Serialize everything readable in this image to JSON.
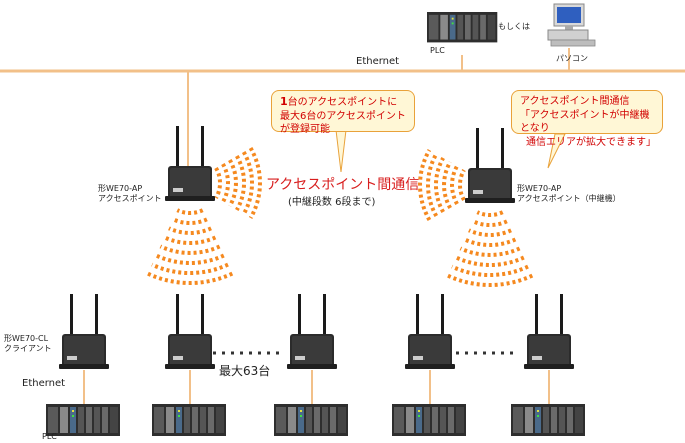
{
  "top": {
    "plc_label": "PLC",
    "or_label": "もしくは",
    "pc_label": "パソコン",
    "ethernet_label": "Ethernet"
  },
  "callouts": {
    "left": {
      "line1_num": "1",
      "line1_text": "台のアクセスポイントに",
      "line2_text": "最大6台のアクセスポイント",
      "line3_text": "が登録可能"
    },
    "right": {
      "line1": "アクセスポイント間通信",
      "line2": "「アクセスポイントが中継機となり",
      "line3": "通信エリアが拡大できます」"
    }
  },
  "link": {
    "title": "アクセスポイント間通信",
    "subtitle": "(中継段数 6段まで)"
  },
  "ap_left": {
    "model": "形WE70-AP",
    "role": "アクセスポイント"
  },
  "ap_right": {
    "model": "形WE70-AP",
    "role": "アクセスポイント（中継機）"
  },
  "client": {
    "model": "形WE70-CL",
    "role": "クライアント"
  },
  "bottom": {
    "max_label": "最大63台",
    "ethernet_label": "Ethernet",
    "plc_label": "PLC"
  },
  "colors": {
    "ethernet_line": "#f2c089",
    "wave": "#f5891f",
    "callout_border": "#e9a23a",
    "callout_fill": "#fff7d6",
    "callout_text": "#d10000",
    "title_text": "#d81e1e",
    "device_body": "#2b2b2b"
  }
}
